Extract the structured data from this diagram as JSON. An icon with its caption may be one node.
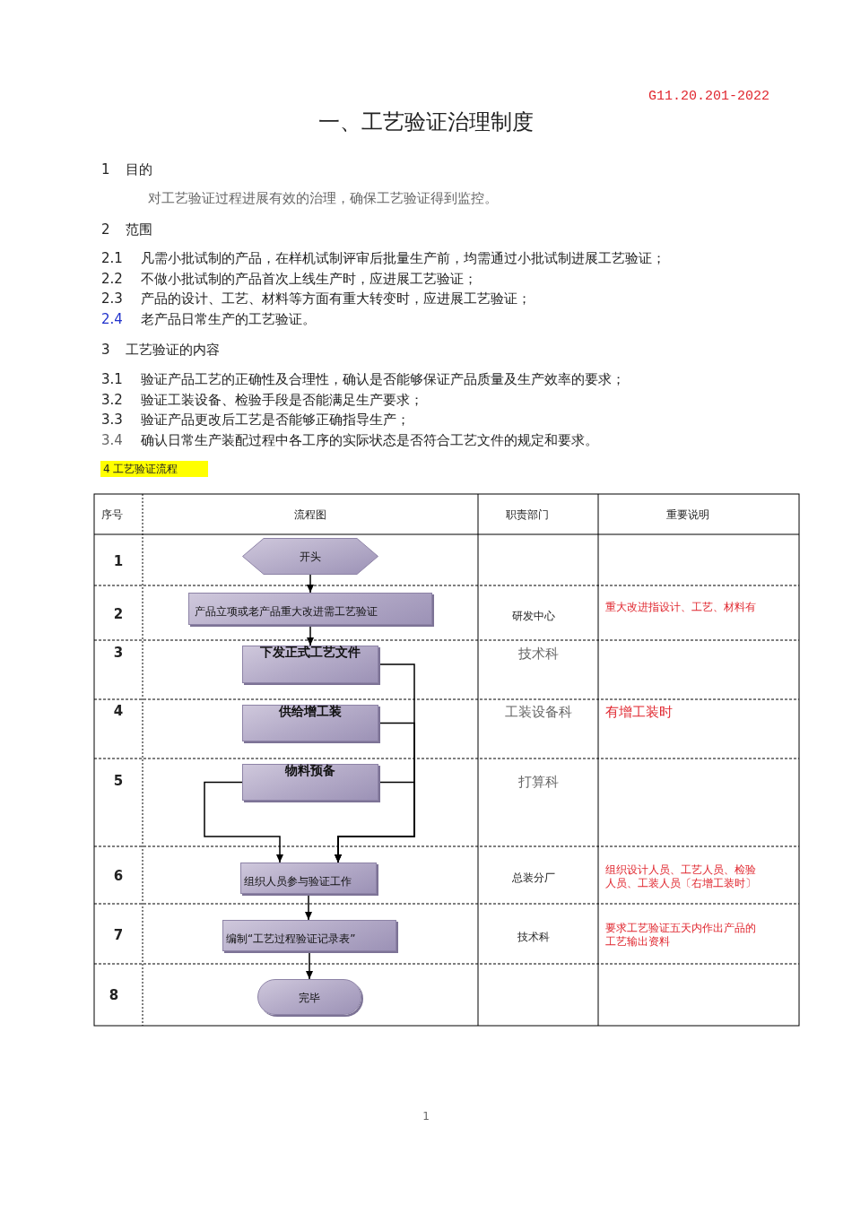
{
  "diagram": {
    "title": "一、工艺验证治理制度",
    "nodes": [
      {
        "text": [
          "开头"
        ]
      },
      {
        "text": [
          "产品立项或老产品重大改进需工艺验证"
        ]
      },
      {
        "text": [
          "下发正式工艺文件"
        ]
      },
      {
        "text": [
          "供给增工装"
        ]
      },
      {
        "text": [
          "物料预备"
        ]
      },
      {
        "text": [
          "组织人员参与验证工作"
        ]
      },
      {
        "text": [
          "编制“工艺过程验证记录表”"
        ]
      },
      {
        "text": [
          "完毕"
        ]
      }
    ],
    "edges": [
      {
        "from": 0,
        "to": 1,
        "arrow": "to"
      },
      {
        "from": 1,
        "to": 2,
        "arrow": "to"
      },
      {
        "from": 2,
        "to": 5,
        "arrow": "to"
      },
      {
        "from": 3,
        "to": 5,
        "arrow": "to"
      },
      {
        "from": 4,
        "to": 5,
        "arrow": "to"
      },
      {
        "from": 4,
        "to": 5,
        "arrow": "to"
      },
      {
        "from": 5,
        "to": 6,
        "arrow": "to"
      },
      {
        "from": 6,
        "to": 7,
        "arrow": "to"
      }
    ],
    "labels": [
      "G11.20.201-2022",
      "1",
      "目的",
      "对工艺验证过程进展有效的治理，确保工艺验证得到监控。",
      "2",
      "范围",
      "2.1",
      "凡需小批试制的产品，在样机试制评审后批量生产前，均需通过小批试制进展工艺验证；",
      "2.2",
      "不做小批试制的产品首次上线生产时，应进展工艺验证；",
      "2.3",
      "产品的设计、工艺、材料等方面有重大转变时，应进展工艺验证；",
      "2.4",
      "老产品日常生产的工艺验证。",
      "3",
      "工艺验证的内容",
      "3.1",
      "验证产品工艺的正确性及合理性，确认是否能够保证产品质量及生产效率的要求；",
      "3.2",
      "验证工装设备、检验手段是否能满足生产要求；",
      "3.3",
      "验证产品更改后工艺是否能够正确指导生产；",
      "3.4",
      "确认日常生产装配过程中各工序的实际状态是否符合工艺文件的规定和要求。",
      "4 工艺验证流程",
      "序号",
      "流程图",
      "职责部门",
      "重要说明",
      "1",
      "2",
      "研发中心",
      "重大改进指设计、工艺、材料有",
      "3",
      "技术科",
      "4",
      "工装设备科",
      "有增工装时",
      "5",
      "打算科",
      "6",
      "总装分厂",
      "组织设计人员、工艺人员、检验人员、工装人员〔右增工装时〕",
      "7",
      "技术科",
      "要求工艺验证五天内作出产品的工艺输出资料",
      "8",
      "1"
    ]
  }
}
